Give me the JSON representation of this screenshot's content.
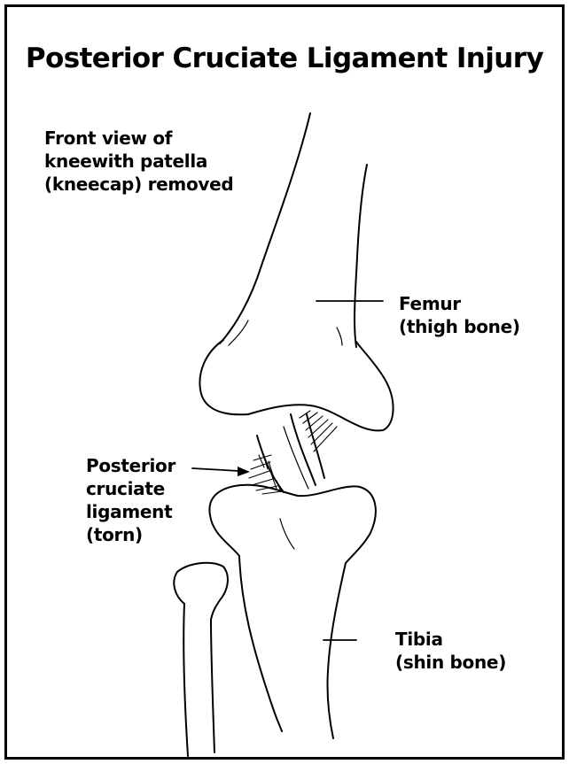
{
  "title": "Posterior Cruciate Ligament Injury",
  "caption": {
    "lines": [
      "Front view of",
      "kneewith patella",
      "(kneecap) removed"
    ]
  },
  "labels": {
    "femur": [
      "Femur",
      "(thigh bone)"
    ],
    "pcl": [
      "Posterior",
      "cruciate",
      "ligament",
      "(torn)"
    ],
    "tibia": [
      "Tibia",
      "(shin bone)"
    ]
  },
  "colors": {
    "ink": "#000000",
    "background": "#ffffff"
  }
}
